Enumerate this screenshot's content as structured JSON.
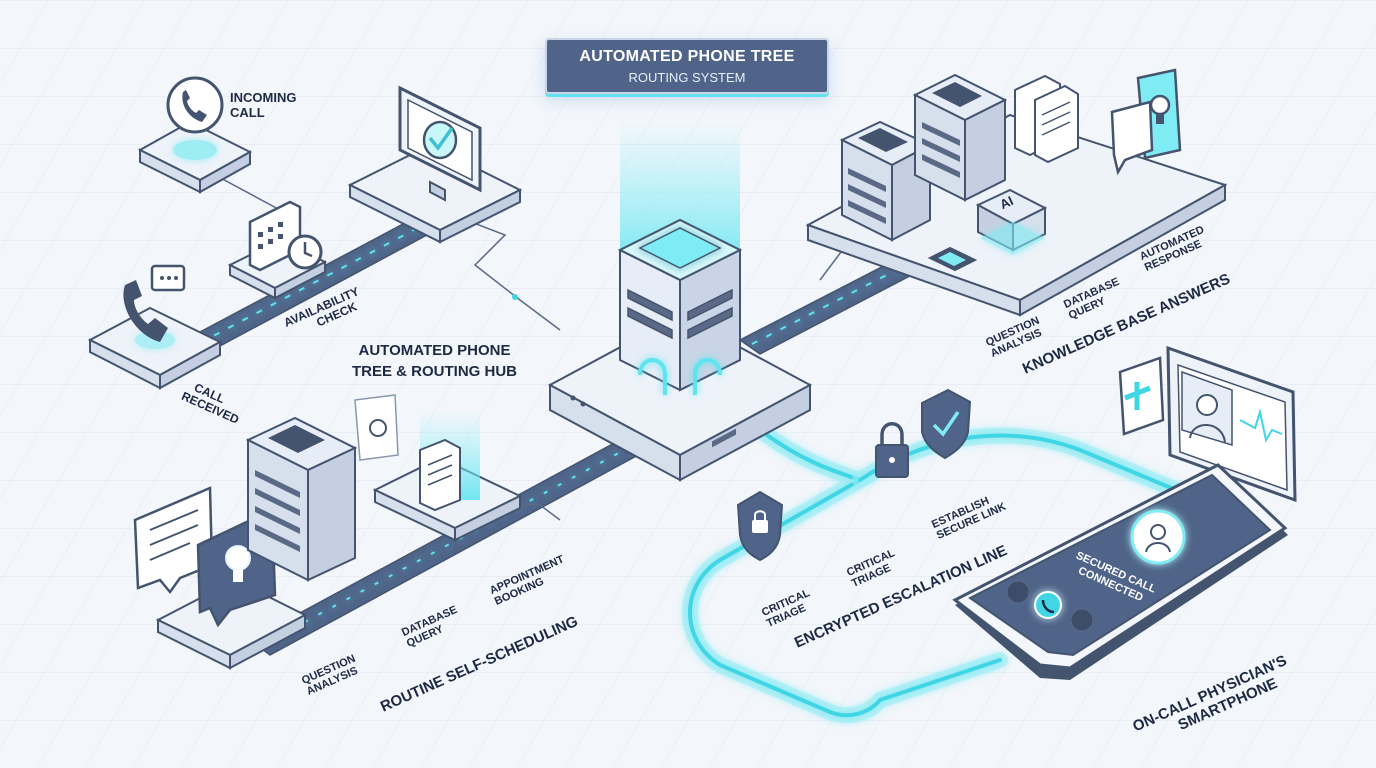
{
  "title": {
    "line1": "AUTOMATED PHONE TREE",
    "line2": "ROUTING SYSTEM"
  },
  "hub": {
    "label_line1": "AUTOMATED PHONE",
    "label_line2": "TREE & ROUTING HUB"
  },
  "intake": {
    "incoming_line1": "INCOMING",
    "incoming_line2": "CALL",
    "availability_line1": "AVAILABILITY",
    "availability_line2": "CHECK",
    "received_line1": "CALL",
    "received_line2": "RECEIVED"
  },
  "knowledge_base": {
    "step1_line1": "QUESTION",
    "step1_line2": "ANALYSIS",
    "step2_line1": "DATABASE",
    "step2_line2": "QUERY",
    "step3_line1": "AUTOMATED",
    "step3_line2": "RESPONSE",
    "heading": "KNOWLEDGE BASE ANSWERS",
    "ai_chip": "AI"
  },
  "scheduling": {
    "step1_line1": "QUESTION",
    "step1_line2": "ANALYSIS",
    "step2_line1": "DATABASE",
    "step2_line2": "QUERY",
    "step3_line1": "APPOINTMENT",
    "step3_line2": "BOOKING",
    "heading": "ROUTINE SELF-SCHEDULING"
  },
  "escalation": {
    "step1_line1": "CRITICAL",
    "step1_line2": "TRIAGE",
    "step2_line1": "CRITICAL",
    "step2_line2": "TRIAGE",
    "step3_line1": "ESTABLISH",
    "step3_line2": "SECURE LINK",
    "heading": "ENCRYPTED ESCALATION LINE"
  },
  "smartphone": {
    "screen_line1": "SECURED CALL",
    "screen_line2": "CONNECTED",
    "label_line1": "ON-CALL PHYSICIAN'S",
    "label_line2": "SMARTPHONE"
  },
  "colors": {
    "accent": "#3fd6e6",
    "outline": "#44546f",
    "panel": "#eef2f9",
    "dark": "#4f6488"
  }
}
